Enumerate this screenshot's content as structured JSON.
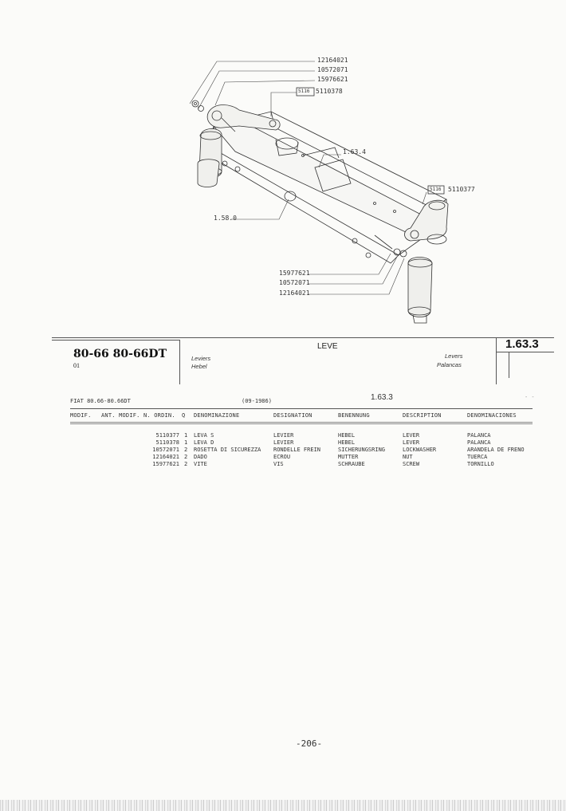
{
  "diagram": {
    "callouts_top": [
      "12164021",
      "10572071",
      "15976621"
    ],
    "tool_box_left": "5116",
    "part_left_lever": "5110378",
    "assembly_ref": "1.63.4",
    "tool_box_right": "5116",
    "part_right_lever": "5110377",
    "axle_ref": "1.58.0",
    "callouts_bottom": [
      "15977621",
      "10572071",
      "12164021"
    ]
  },
  "header": {
    "model": "80-66 80-66DT",
    "model_sub": "01",
    "title": "LEVE",
    "section": "1.63.3",
    "lang_left": [
      "Leviers",
      "Hebel"
    ],
    "lang_right": [
      "Levers",
      "Palancas"
    ]
  },
  "ref": {
    "code": "FIAT 80.66-80.66DT",
    "date": "(09-1986)",
    "section": "1.63.3",
    "mark": "- -"
  },
  "columns": [
    "MODIF.",
    "ANT. MODIF.",
    "N. ORDIN.",
    "Q",
    "DENOMINAZIONE",
    "DESIGNATION",
    "BENENNUNG",
    "DESCRIPTION",
    "DENOMINACIONES"
  ],
  "rows": [
    {
      "num": "5110377",
      "q": "1",
      "it": "LEVA S",
      "fr": "LEVIER",
      "de": "HEBEL",
      "en": "LEVER",
      "es": "PALANCA"
    },
    {
      "num": "5110378",
      "q": "1",
      "it": "LEVA D",
      "fr": "LEVIER",
      "de": "HEBEL",
      "en": "LEVER",
      "es": "PALANCA"
    },
    {
      "num": "10572071",
      "q": "2",
      "it": "ROSETTA DI SICUREZZA",
      "fr": "RONDELLE FREIN",
      "de": "SICHERUNGSRING",
      "en": "LOCKWASHER",
      "es": "ARANDELA DE FRENO"
    },
    {
      "num": "12164021",
      "q": "2",
      "it": "DADO",
      "fr": "ECROU",
      "de": "MUTTER",
      "en": "NUT",
      "es": "TUERCA"
    },
    {
      "num": "15977621",
      "q": "2",
      "it": "VITE",
      "fr": "VIS",
      "de": "SCHRAUBE",
      "en": "SCREW",
      "es": "TORNILLO"
    }
  ],
  "page_number": "-206-"
}
